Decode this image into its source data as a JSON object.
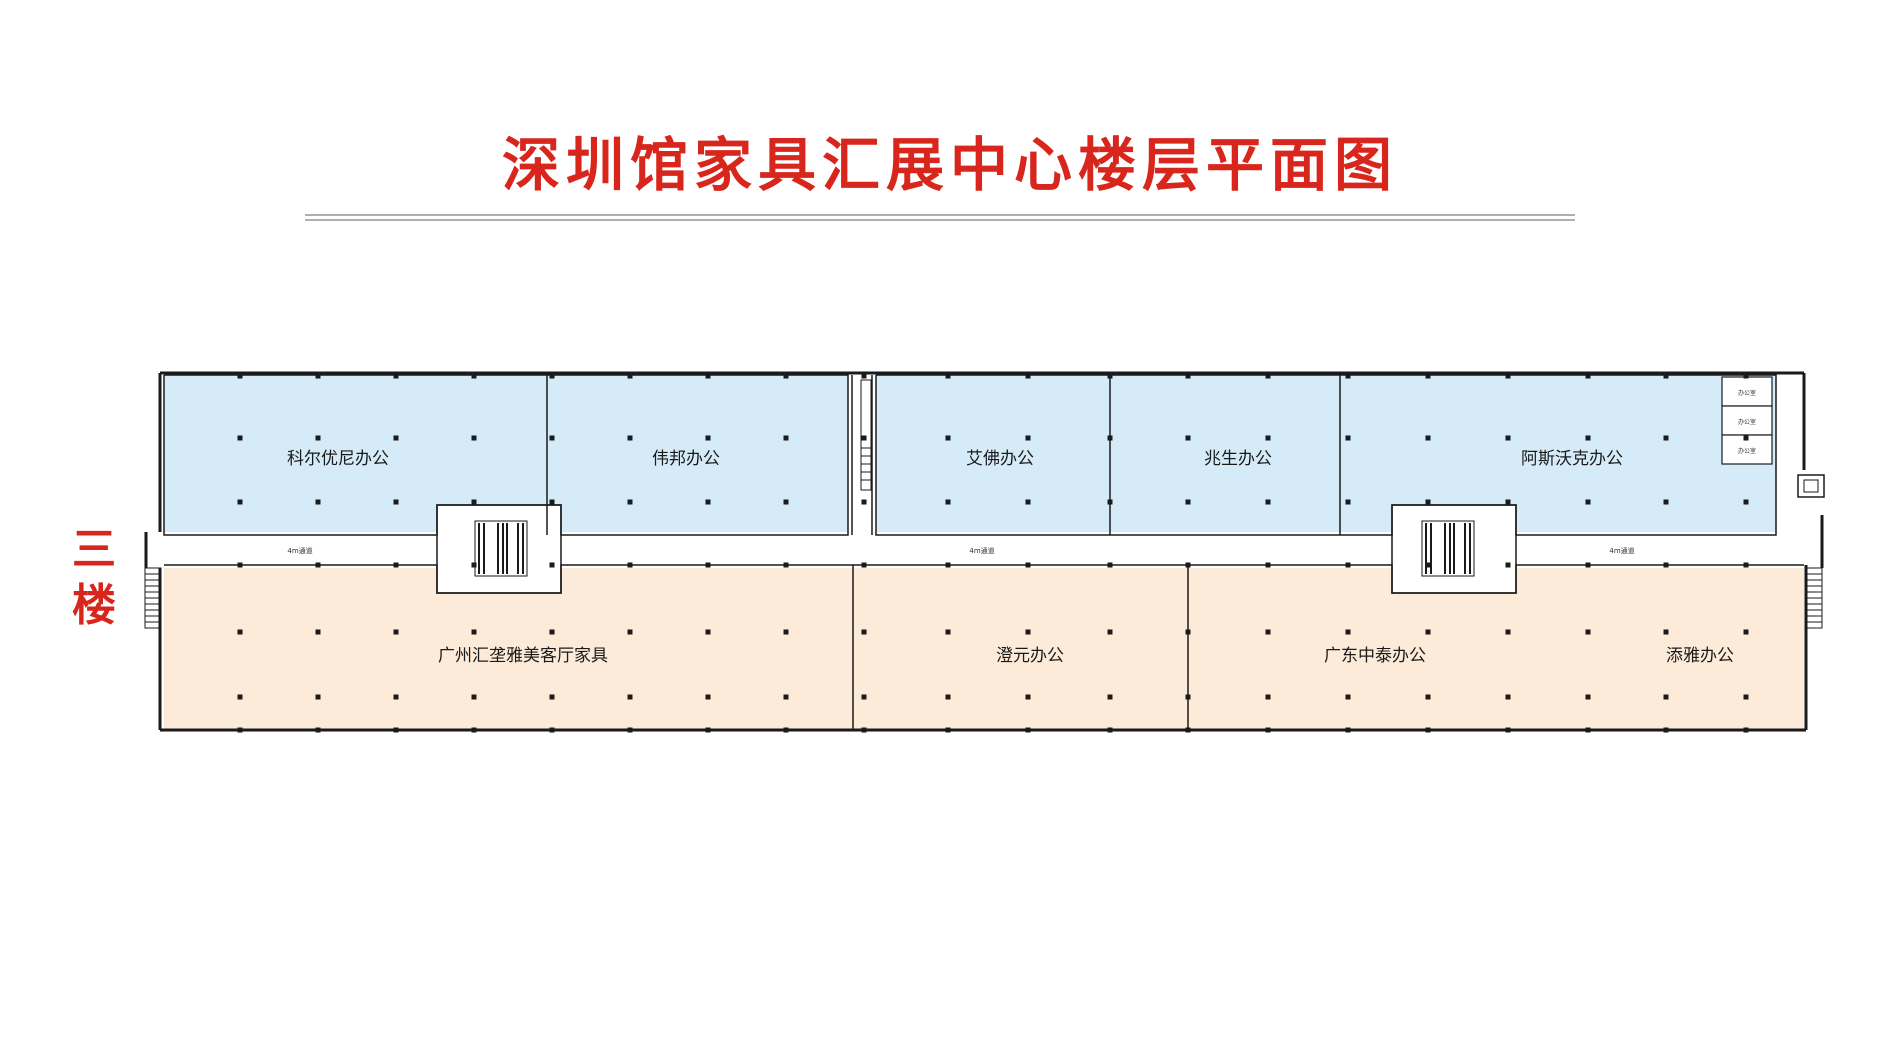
{
  "title": "深圳馆家具汇展中心楼层平面图",
  "floor_label": [
    "三",
    "楼"
  ],
  "colors": {
    "title": "#d9261c",
    "upper_units": "#d6ebf8",
    "lower_units": "#fdebd9",
    "corridor": "#ffffff",
    "wall": "#1a1a1a"
  },
  "rooms_upper": [
    {
      "name": "科尔优尼办公"
    },
    {
      "name": "伟邦办公"
    },
    {
      "name": "艾佛办公"
    },
    {
      "name": "兆生办公"
    },
    {
      "name": "阿斯沃克办公"
    }
  ],
  "rooms_lower": [
    {
      "name": "广州汇垄雅美客厅家具"
    },
    {
      "name": "澄元办公"
    },
    {
      "name": "广东中泰办公"
    },
    {
      "name": "添雅办公"
    }
  ],
  "corridor_labels": [
    "4m通道",
    "4m通道",
    "4m通道"
  ],
  "small_rooms": [
    "办公室",
    "办公室",
    "办公室"
  ],
  "icons": [
    "escalator-icon",
    "escalator-icon",
    "stair-icon",
    "stair-icon",
    "elevator-icon"
  ]
}
